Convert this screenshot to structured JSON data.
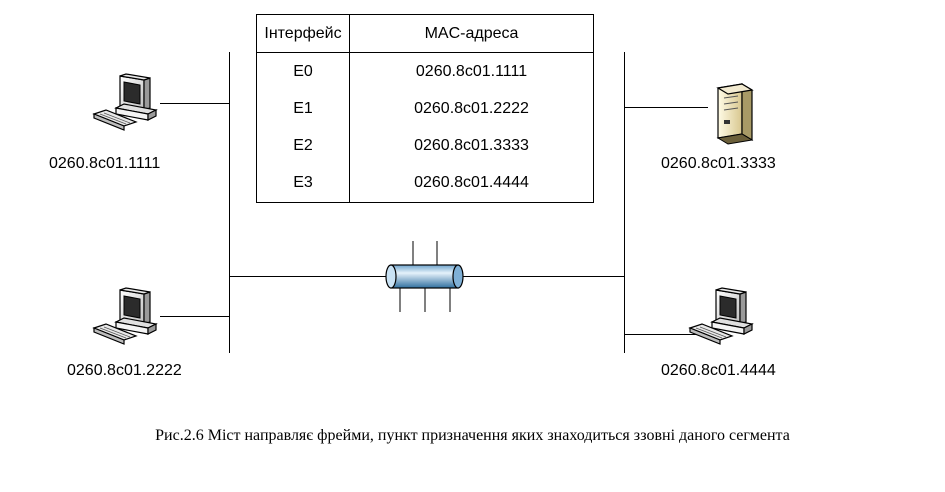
{
  "table": {
    "headers": [
      "Інтерфейс",
      "MAC-адреса"
    ],
    "rows": [
      [
        "E0",
        "0260.8c01.1111"
      ],
      [
        "E1",
        "0260.8c01.2222"
      ],
      [
        "E2",
        "0260.8c01.3333"
      ],
      [
        "E3",
        "0260.8c01.4444"
      ]
    ]
  },
  "hosts": {
    "top_left": "0260.8c01.1111",
    "bottom_left": "0260.8c01.2222",
    "top_right": "0260.8c01.3333",
    "bottom_right": "0260.8c01.4444"
  },
  "caption": "Рис.2.6  Міст  направляє фрейми, пункт призначення яких знаходиться  ззовні даного сегмента"
}
